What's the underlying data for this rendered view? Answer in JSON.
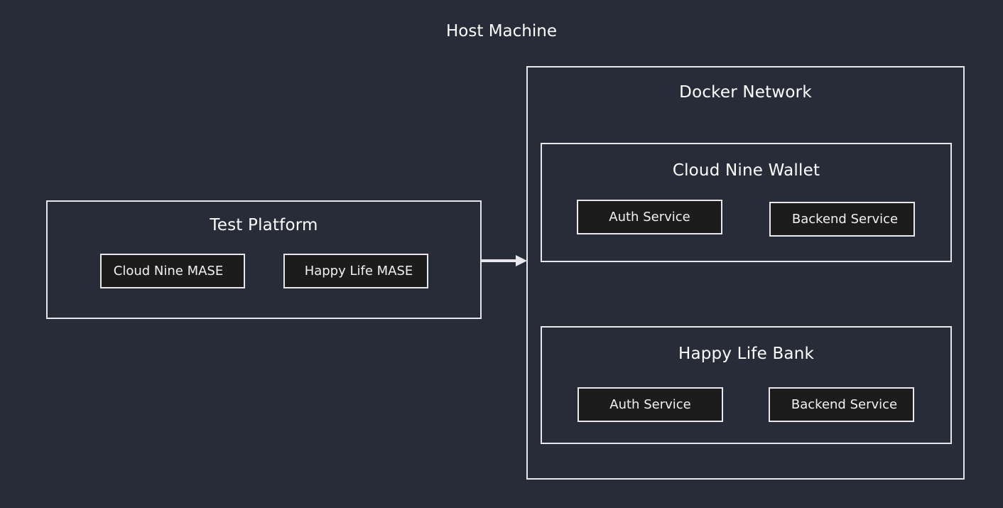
{
  "diagram": {
    "type": "architecture-block-diagram",
    "root_title": "Host Machine",
    "background_color": "#282c38",
    "border_color": "#e8e8ec",
    "service_fill_color": "#1c1c1c",
    "text_color": "#ffffff",
    "left_group": {
      "title": "Test Platform",
      "services": [
        {
          "label": "Cloud Nine MASE"
        },
        {
          "label": "Happy Life MASE"
        }
      ]
    },
    "right_group": {
      "title": "Docker Network",
      "subgroups": [
        {
          "title": "Cloud Nine Wallet",
          "services": [
            {
              "label": "Auth Service"
            },
            {
              "label": "Backend Service"
            }
          ]
        },
        {
          "title": "Happy Life Bank",
          "services": [
            {
              "label": "Auth Service"
            },
            {
              "label": "Backend Service"
            }
          ]
        }
      ]
    },
    "connector": {
      "name": "arrow-test-platform-to-docker-network",
      "direction": "right"
    }
  }
}
